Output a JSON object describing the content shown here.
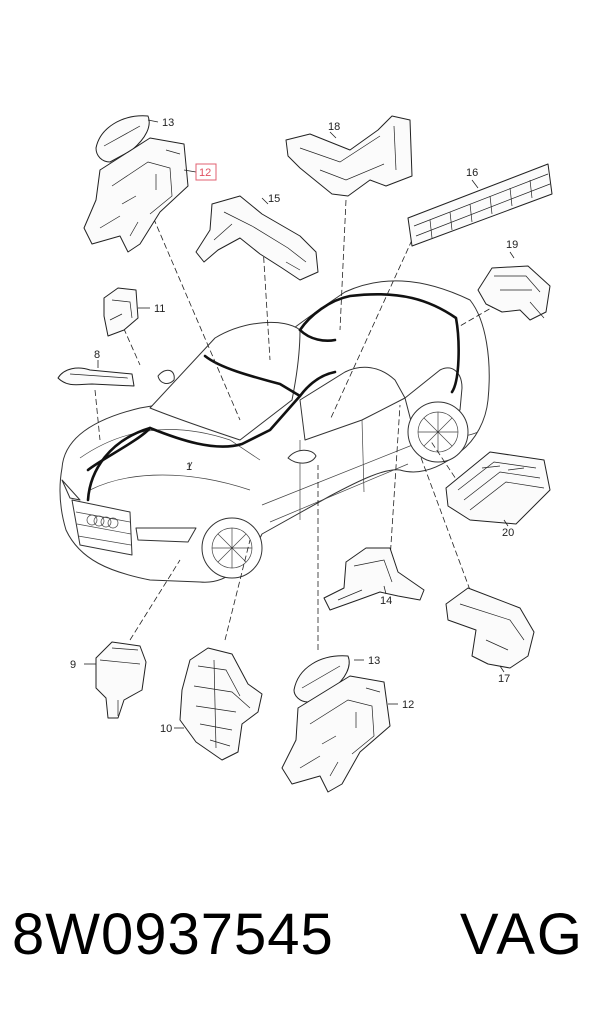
{
  "diagram": {
    "callouts": [
      {
        "id": "c13a",
        "text": "13"
      },
      {
        "id": "c12a",
        "text": "12"
      },
      {
        "id": "c18",
        "text": "18"
      },
      {
        "id": "c15",
        "text": "15"
      },
      {
        "id": "c16",
        "text": "16"
      },
      {
        "id": "c19",
        "text": "19"
      },
      {
        "id": "c11",
        "text": "11"
      },
      {
        "id": "c8",
        "text": "8"
      },
      {
        "id": "c1",
        "text": "1"
      },
      {
        "id": "c20",
        "text": "20"
      },
      {
        "id": "c14",
        "text": "14"
      },
      {
        "id": "c17",
        "text": "17"
      },
      {
        "id": "c9",
        "text": "9"
      },
      {
        "id": "c13b",
        "text": "13"
      },
      {
        "id": "c12b",
        "text": "12"
      },
      {
        "id": "c10",
        "text": "10"
      }
    ],
    "highlight_color": "#e06070"
  },
  "footer": {
    "part_number": "8W0937545",
    "brand": "VAG"
  }
}
